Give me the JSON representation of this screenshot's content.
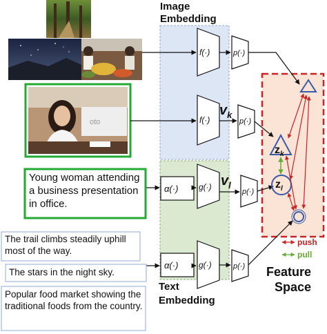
{
  "labels": {
    "image_embedding_line1": "Image",
    "image_embedding_line2": "Embedding",
    "text_embedding_line1": "Text",
    "text_embedding_line2": "Embedding",
    "feature_space_line1": "Feature",
    "feature_space_line2": "Space"
  },
  "functions": {
    "f": "f(·)",
    "p": "p(·)",
    "g": "g(·)",
    "alpha": "α(·)"
  },
  "symbols": {
    "vk": "v",
    "vk_sub": "k",
    "vl": "v",
    "vl_sub": "l",
    "zk": "z",
    "zk_sub": "k",
    "zl": "z",
    "zl_sub": "l"
  },
  "legend": {
    "push": "push",
    "pull": "pull",
    "push_color": "#cc2222",
    "pull_color": "#66aa33"
  },
  "captions": {
    "highlighted": "Young woman attending a business presentation in office.",
    "caption_1": "The trail climbs steadily uphill most of the way.",
    "caption_2": "The stars in the night sky.",
    "caption_3": "Popular food market showing the traditional foods from the country."
  },
  "photo_text": {
    "watermark": "oto"
  },
  "colors": {
    "image_panel": "#dce6f5",
    "text_panel": "#dbe9d0",
    "feature_panel": "#fbe3d6",
    "feature_border": "#cc2222",
    "highlight_green": "#22aa33",
    "caption_blue_border": "#8fa8d8",
    "shape_blue": "#3a5aa8"
  }
}
